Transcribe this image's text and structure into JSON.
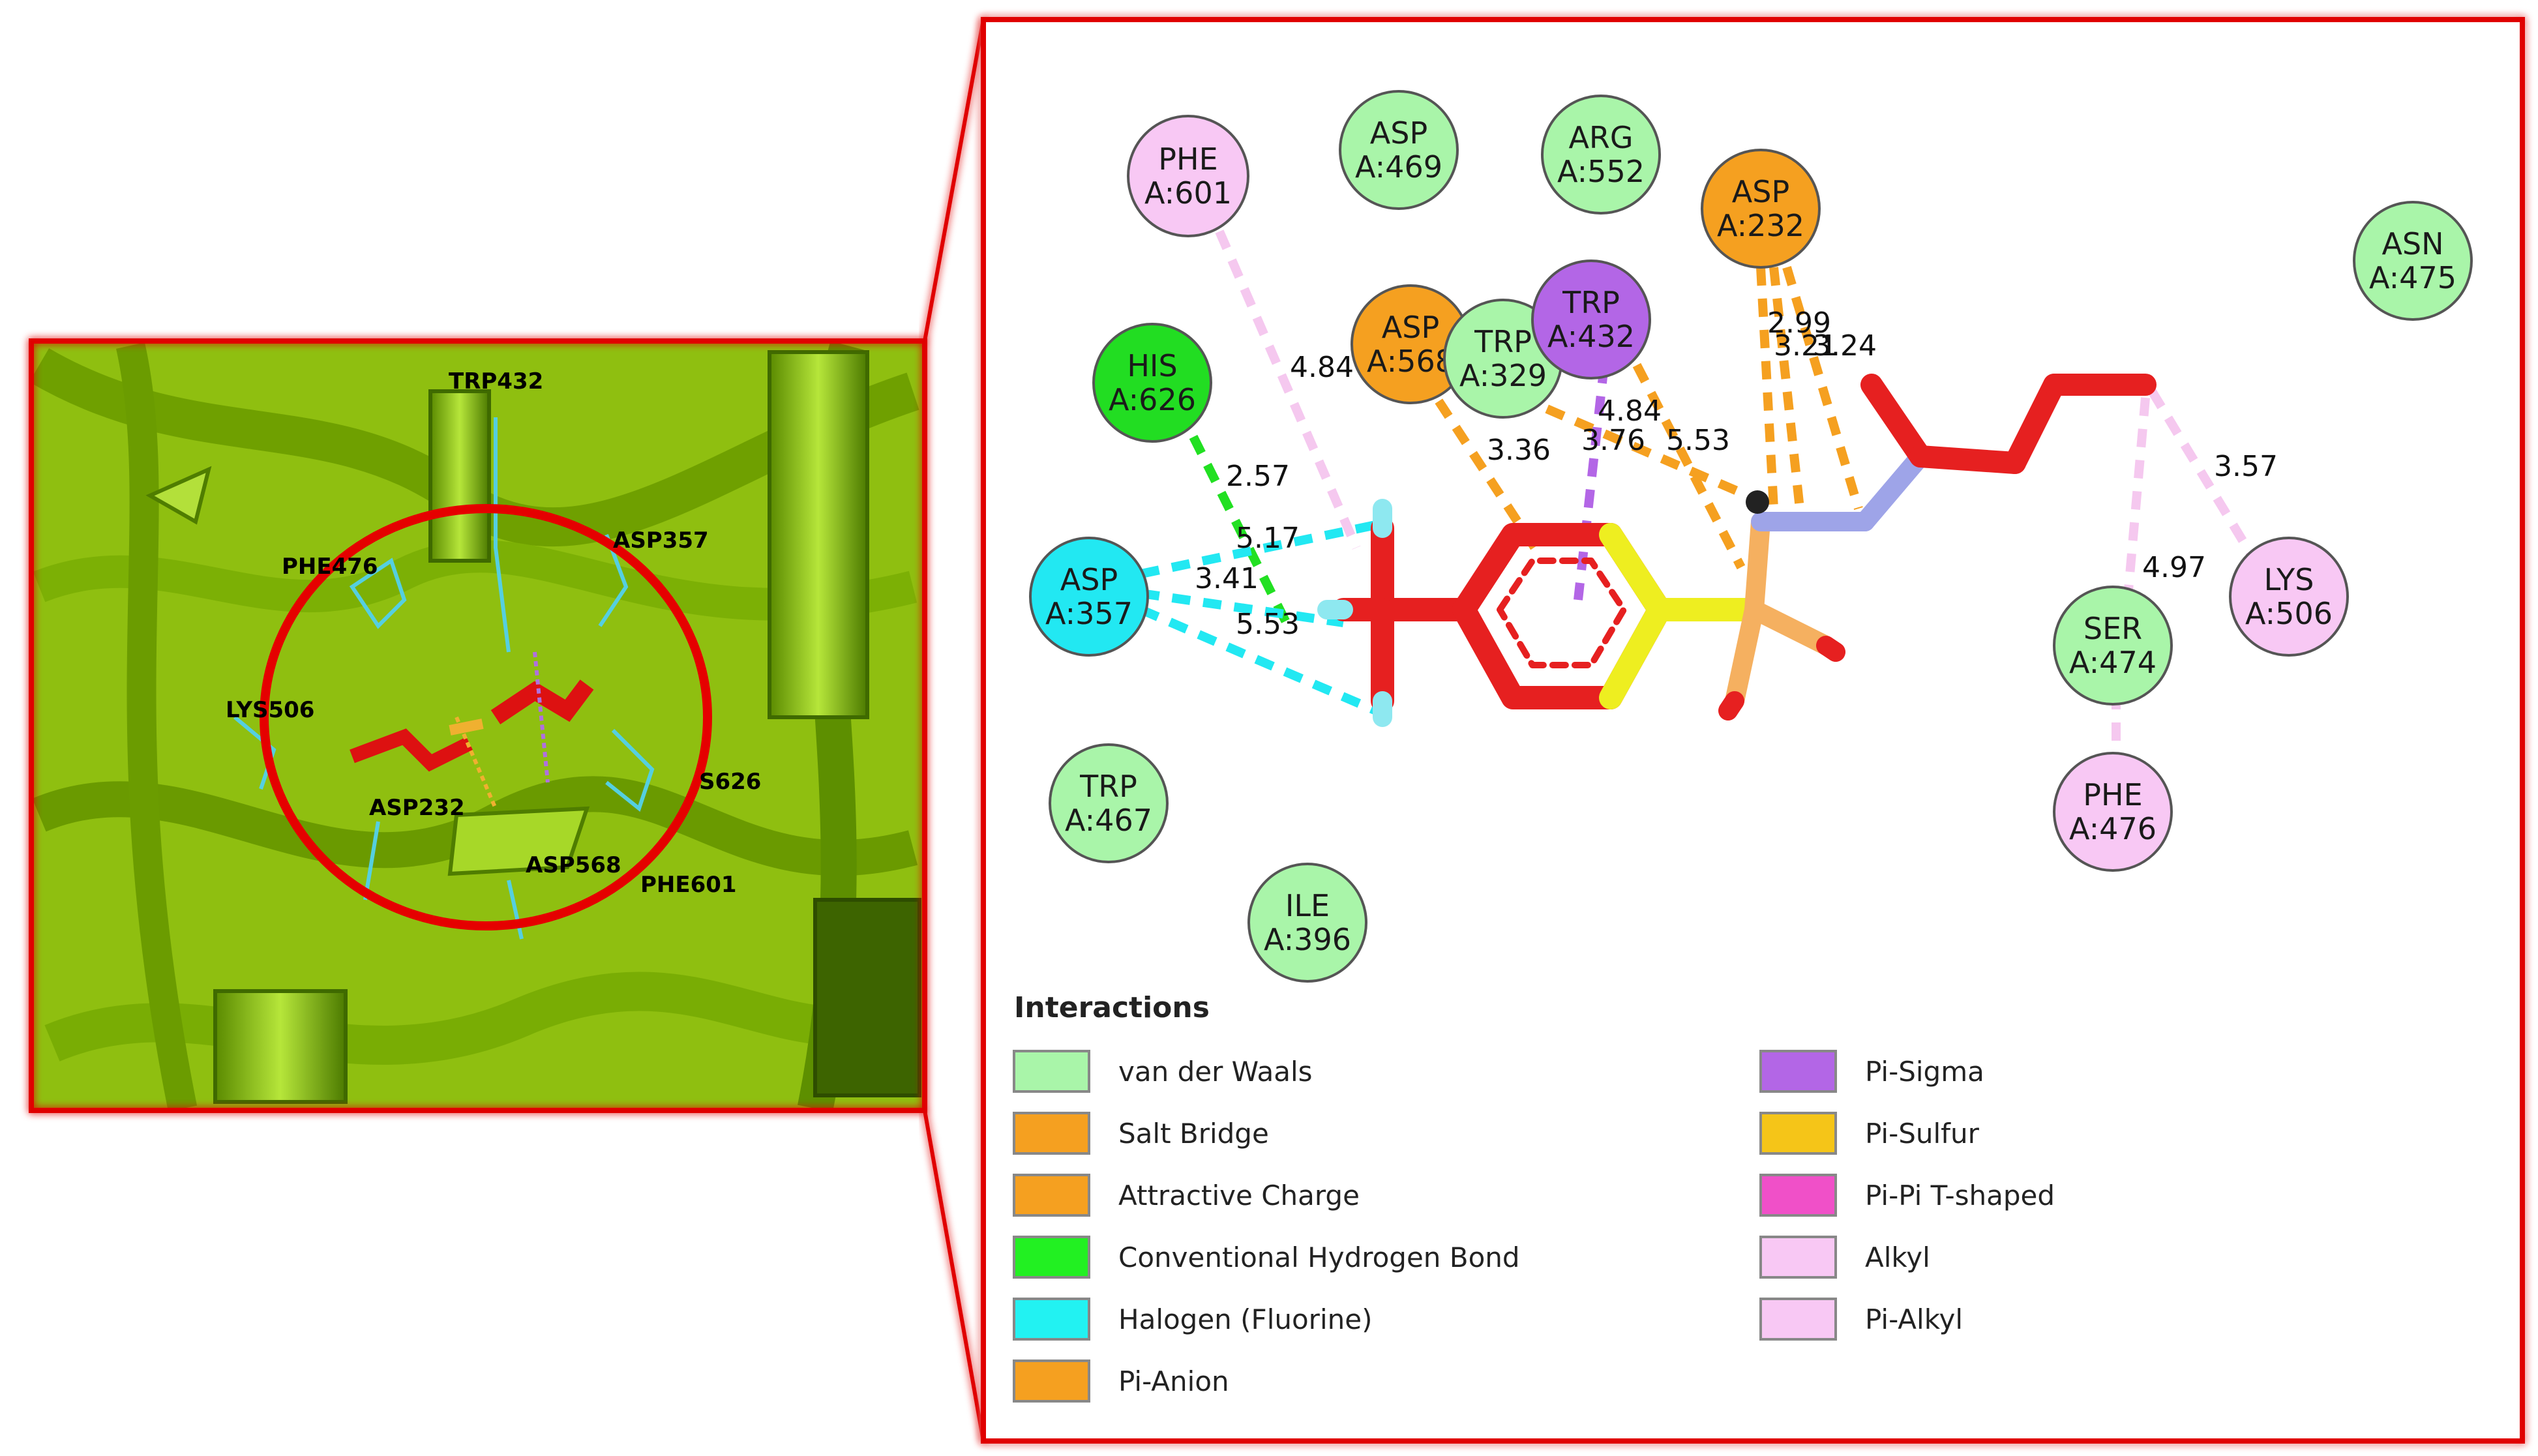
{
  "structure_labels": [
    {
      "id": "trp432",
      "text": "TRP432"
    },
    {
      "id": "phe476",
      "text": "PHE476"
    },
    {
      "id": "asp357",
      "text": "ASP357"
    },
    {
      "id": "lys506",
      "text": "LYS506"
    },
    {
      "id": "asp232",
      "text": "ASP232"
    },
    {
      "id": "his626",
      "text": "S626"
    },
    {
      "id": "asp568",
      "text": "ASP568"
    },
    {
      "id": "phe601",
      "text": "PHE601"
    }
  ],
  "residues": [
    {
      "id": "phe601",
      "name": "PHE",
      "chain": "A:601",
      "type": "alkyl",
      "color": "#f8c8f4"
    },
    {
      "id": "asp469",
      "name": "ASP",
      "chain": "A:469",
      "type": "vdw",
      "color": "#a9f5a9"
    },
    {
      "id": "arg552",
      "name": "ARG",
      "chain": "A:552",
      "type": "vdw",
      "color": "#a9f5a9"
    },
    {
      "id": "asp232",
      "name": "ASP",
      "chain": "A:232",
      "type": "salt",
      "color": "#f5a020"
    },
    {
      "id": "asn475",
      "name": "ASN",
      "chain": "A:475",
      "type": "vdw",
      "color": "#a9f5a9"
    },
    {
      "id": "his626",
      "name": "HIS",
      "chain": "A:626",
      "type": "hbond",
      "color": "#22dd22"
    },
    {
      "id": "asp568",
      "name": "ASP",
      "chain": "A:568",
      "type": "salt",
      "color": "#f5a020"
    },
    {
      "id": "trp329",
      "name": "TRP",
      "chain": "A:329",
      "type": "vdw",
      "color": "#a9f5a9"
    },
    {
      "id": "trp432",
      "name": "TRP",
      "chain": "A:432",
      "type": "pisigma",
      "color": "#b366e6"
    },
    {
      "id": "asp357",
      "name": "ASP",
      "chain": "A:357",
      "type": "halogen",
      "color": "#22e8f2"
    },
    {
      "id": "ser474",
      "name": "SER",
      "chain": "A:474",
      "type": "vdw",
      "color": "#a9f5a9"
    },
    {
      "id": "lys506",
      "name": "LYS",
      "chain": "A:506",
      "type": "alkyl",
      "color": "#f8c8f4"
    },
    {
      "id": "trp467",
      "name": "TRP",
      "chain": "A:467",
      "type": "vdw",
      "color": "#a9f5a9"
    },
    {
      "id": "phe476",
      "name": "PHE",
      "chain": "A:476",
      "type": "alkyl",
      "color": "#f8c8f4"
    },
    {
      "id": "ile396",
      "name": "ILE",
      "chain": "A:396",
      "type": "vdw",
      "color": "#a9f5a9"
    }
  ],
  "distances": [
    {
      "id": "d1",
      "text": "4.84"
    },
    {
      "id": "d2",
      "text": "2.57"
    },
    {
      "id": "d3",
      "text": "5.17"
    },
    {
      "id": "d4",
      "text": "3.41"
    },
    {
      "id": "d5",
      "text": "5.53"
    },
    {
      "id": "d6",
      "text": "3.36"
    },
    {
      "id": "d7",
      "text": "4.84"
    },
    {
      "id": "d8",
      "text": "3.76"
    },
    {
      "id": "d9",
      "text": "5.53"
    },
    {
      "id": "d10",
      "text": "2.99"
    },
    {
      "id": "d11",
      "text": "3.21"
    },
    {
      "id": "d12",
      "text": "3.24"
    },
    {
      "id": "d13",
      "text": "3.57"
    },
    {
      "id": "d14",
      "text": "4.97"
    }
  ],
  "legend": {
    "title": "Interactions",
    "items": [
      {
        "label": "van der Waals",
        "color": "#a9f5a9"
      },
      {
        "label": "Salt Bridge",
        "color": "#f5a020"
      },
      {
        "label": "Attractive Charge",
        "color": "#f5a020"
      },
      {
        "label": "Conventional Hydrogen Bond",
        "color": "#22f022"
      },
      {
        "label": "Halogen (Fluorine)",
        "color": "#22f2f2"
      },
      {
        "label": "Pi-Anion",
        "color": "#f5a020"
      },
      {
        "label": "Pi-Sigma",
        "color": "#b366e6"
      },
      {
        "label": "Pi-Sulfur",
        "color": "#f5c518"
      },
      {
        "label": "Pi-Pi T-shaped",
        "color": "#f050c8"
      },
      {
        "label": "Alkyl",
        "color": "#f8c8f4"
      },
      {
        "label": "Pi-Alkyl",
        "color": "#f8c8f4"
      }
    ]
  }
}
